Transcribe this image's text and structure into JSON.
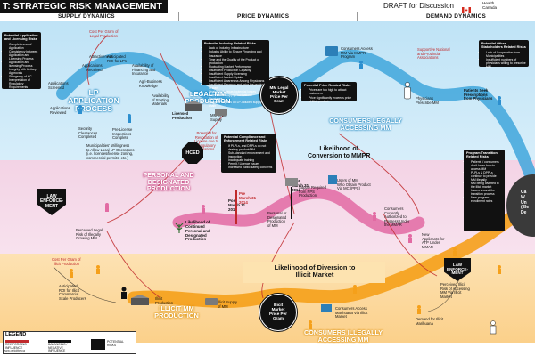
{
  "header": {
    "title": "T: STRATEGIC RISK MANAGEMENT",
    "draft": "DRAFT for Discussion",
    "org_line1": "Health",
    "org_line2": "Canada"
  },
  "sections": {
    "supply": "SUPPLY DYNAMICS",
    "price": "PRICE DYNAMICS",
    "demand": "DEMAND DYNAMICS"
  },
  "top": {
    "lp_process": "LP\nAPPLICATION\nPROCESS",
    "legal_production": "LEGAL MM\nPRODUCTION",
    "consumers_legal": "CONSUMERS LEGALLY\nACCESSING MM",
    "legal_price": "MM Legal\nMarket\nPrice Per\nGram",
    "cost_per_gram_legal": "Cost Per Gram of\nLegal Production",
    "anticipated_roi": "Anticipated\nROI for LPs",
    "availability_financing": "Availability of\nFinancing and\nInsurance",
    "agri_knowledge": "Agri-Business\nKnowledge",
    "availability_materials": "Availability\nof Starting\nMaterials",
    "licensed_production": "Licensed\nProduction",
    "mm_legal_supply": "MM Legal\nSupply",
    "attractiveness": "Attractiveness",
    "applications_received": "Applications\nReceived",
    "applications_screened": "Applications\nScreened",
    "applications_reviewed": "Applications\nReviewed",
    "security_clearances": "Security\nClearances\nCompleted",
    "pre_license": "Pre-License\nInspections\nComplete",
    "municipalities": "Municipalities' Willingness\nto Allow Local LP Operations\n(i.e. licences/license zoning,\ncommercial permits, etc.)",
    "potential_revocation": "Potential for\nRevocation of\nLicense due to\nRegulatory\nviolations",
    "hced": "HCED",
    "consumers_access": "Consumers Access\nMM Via MMPR\nProgram",
    "physicians": "Physicians\nPrescribe MM",
    "patients_seek": "Patients Seek\nPrescriptions\nfrom Physicians",
    "supportive": "Supportive National\nand Provincial\nAssociations",
    "likelihood_conversion": "Likelihood of\nConversion to MMPR"
  },
  "boxes": {
    "licensing": {
      "title": "Potential Application and Licensing Risks",
      "items": [
        "Completeness of Application",
        "Consistency between Application and Licensing Process",
        "Application and licensing Process Integrity with Unitary Approvals",
        "Stringency of HC Interpretation of Regulatory Requirements"
      ]
    },
    "industry": {
      "title": "Potential Industry Related Risks",
      "items": [
        "Lack of Industry Infrastructure",
        "Industry Ability to Secure Financing and Insurance",
        "Time and the Quality of the Product of production",
        "Fluctuating Market Performance",
        "Insufficient Production Capacity",
        "Insufficient Supply Licensing",
        "Insufficient Market Uptake",
        "Insufficient Awareness Among Physicians",
        "Insufficient Revenue and prior the product to start",
        "Unable to Forecast potential losses",
        "Potential for Supply Fluctuation / Shortages",
        "Negative impacts on LP-induced supply chain"
      ]
    },
    "price_related": {
      "title": "Potential Price Related Risks",
      "items": [
        "Prices are too high to attract customers",
        "Price significantly exceeds price of illicit product"
      ]
    },
    "other_stakeholders": {
      "title": "Potential Other Stakeholders Related Risks",
      "items": [
        "Lack of Cooperation from Municipalities",
        "Insufficient numbers of physicians willing to prescribe MM"
      ]
    },
    "compliance": {
      "title": "Potential Compliance and Enforcement Related Risks",
      "items": [
        "If PLPLs, and DPPLs do not destroy product/MM",
        "Sub-standard enforcement and inspection",
        "Inadequate training",
        "Permit / Licence Issues",
        "Increased public safety concerns"
      ]
    },
    "transition": {
      "title": "Program Transition Related Risks",
      "items": [
        "Patients / consumers don't know how to access MM",
        "PLPLs & DPPLs continue to provide MM illegally",
        "MM being diverted to the illicit market",
        "Issues around the transition process",
        "New program enrollment rates"
      ]
    }
  },
  "middle": {
    "personal_production": "PERSONAL AND\nDESIGNATED\nPRODUCTION",
    "likelihood_continued": "Likelihood of\nContinued\nPersonal and\nDesignated\nProduction",
    "personal_or_designated": "Personal or\nDesignated\nProduction\nof MM",
    "supply_required": "Supply Required\nfrom PPS\nProduction",
    "users_mm": "Users of MM\nWho Obtain Product\nVia MC (PPS)",
    "consumers_currently": "Consumers\nCurrently\nAuthorized to\nPossess Under\nthe MMAR",
    "new_applicants": "New\nApplicants for\nATP Under\nMMAR",
    "perceived_legal": "Perceived Legal\nRisk of Illegally\nGrowing MM",
    "law_enforcement": "LAW\nENFORCE-\nMENT",
    "post_label": "Post\nMarch 31\n2014",
    "pre_label": "Pre\nMarch 31\n2014",
    "post_label2": "Post\nMarch 31\n2014"
  },
  "bottom": {
    "illicit_production": "ILLICIT MM\nPRODUCTION",
    "consumers_illegal": "CONSUMERS ILLEGALLY\nACCESSING MM",
    "likelihood_diversion": "Likelihood of Diversion to\nIllicit Market",
    "illicit_price": "Illicit\nMarket\nPrice Per\nGram",
    "illicit_prod_label": "Illicit\nProduction",
    "illicit_supply": "Illicit Supply\nof MM",
    "cost_illicit": "Cost Per Gram of\nIllicit Production",
    "anticipated_roi_illicit": "Anticipated\nROI for Illicit\nCommercial\nScale Producers",
    "perceived_illicit": "Perceived Illicit\nRisk of Accessing\nMM Via Illicit\nMarket",
    "consumers_illicit": "Consumers Access\nMarihuana Via Illicit\nMarket",
    "demand_illicit": "Demand for Illicit\nMarihuana",
    "law_enforcement2": "LAW\nENFORCE-\nMENT"
  },
  "right_edge": {
    "text": "Ca\nW\nUn\n(Ele\nDe"
  },
  "legend": {
    "title": "LEGEND",
    "item1": "REINFORCING\nINFLUENCE",
    "item2": "BALANCING /\nNEGATIVE\nINFLUENCE",
    "item3": "POTENTIAL\nRISKS"
  },
  "footer": "www.deloitte.ca",
  "colors": {
    "blue": "#5bb8e8",
    "lightblue": "#c6e6f7",
    "pink": "#e77db0",
    "lightpink": "#f6d2e4",
    "gold": "#f7a823",
    "lightgold": "#fde2b3",
    "dark": "#111111"
  }
}
